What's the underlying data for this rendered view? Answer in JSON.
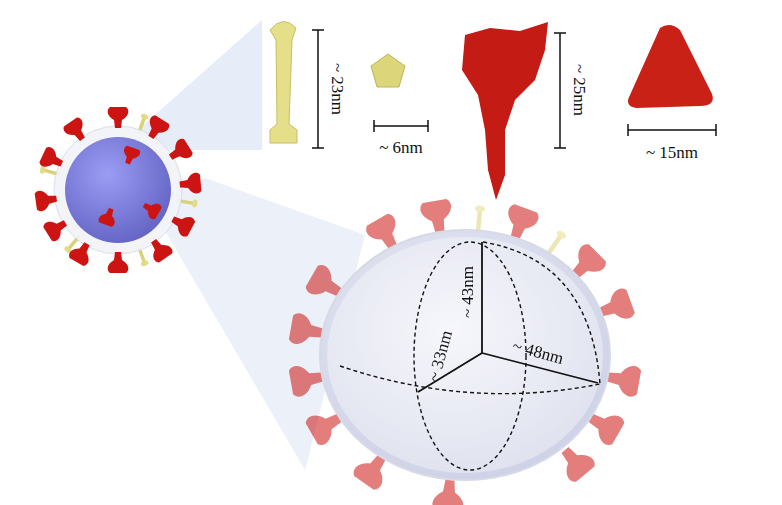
{
  "diagram": {
    "labels": [
      "~ 23nm",
      "~ 6nm",
      "~ 25nm",
      "~ 15nm",
      "~ 43nm",
      "~ 33nm",
      "~ 48nm"
    ]
  }
}
